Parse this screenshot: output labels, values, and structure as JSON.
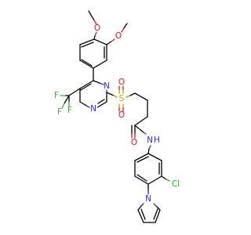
{
  "molecule": {
    "atoms": {
      "o_methoxy_top": "O",
      "o_methoxy_right": "O",
      "n_pyrimidine_upper": "N",
      "n_pyrimidine_lower": "N",
      "f_1": "F",
      "f_2": "F",
      "f_3": "F",
      "s_sulfonyl": "S",
      "o_sulfonyl_upper": "O",
      "o_sulfonyl_lower": "O",
      "o_amide": "O",
      "n_amide": "N",
      "h_amide": "H",
      "cl": "Cl",
      "n_pyrrole": "N"
    },
    "colors": {
      "oxygen": "#e8141b",
      "nitrogen": "#2d2dff",
      "fluorine": "#38b038",
      "chlorine": "#1fb01f",
      "sulfur": "#b8a000",
      "carbon_bond": "#000000"
    }
  }
}
